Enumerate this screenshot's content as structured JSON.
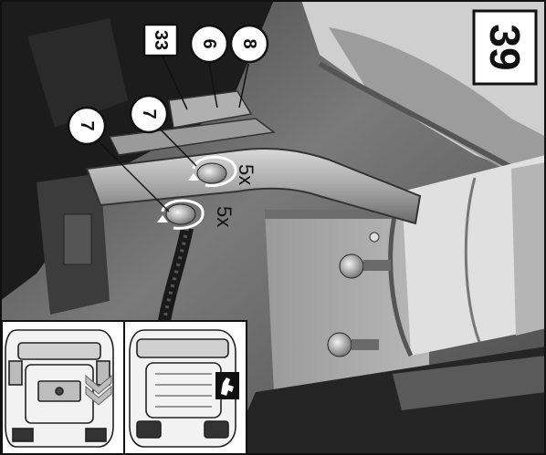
{
  "step_number": "39",
  "callouts": {
    "part_33": "33",
    "part_6": "6",
    "part_8": "8",
    "part_7_upper": "7",
    "part_7_left": "7"
  },
  "rotation_labels": {
    "upper": "5x",
    "lower": "5x"
  },
  "thumbnails": {
    "left": {
      "view": "car-rear-view",
      "brand_mark": "chevron-logo-icon"
    },
    "right": {
      "view": "car-front-view",
      "brand_mark": "lion-logo-icon"
    }
  },
  "colors": {
    "ink": "#111111",
    "photo_mid": "#8a8a8a",
    "callout_fill": "#ffffff"
  }
}
